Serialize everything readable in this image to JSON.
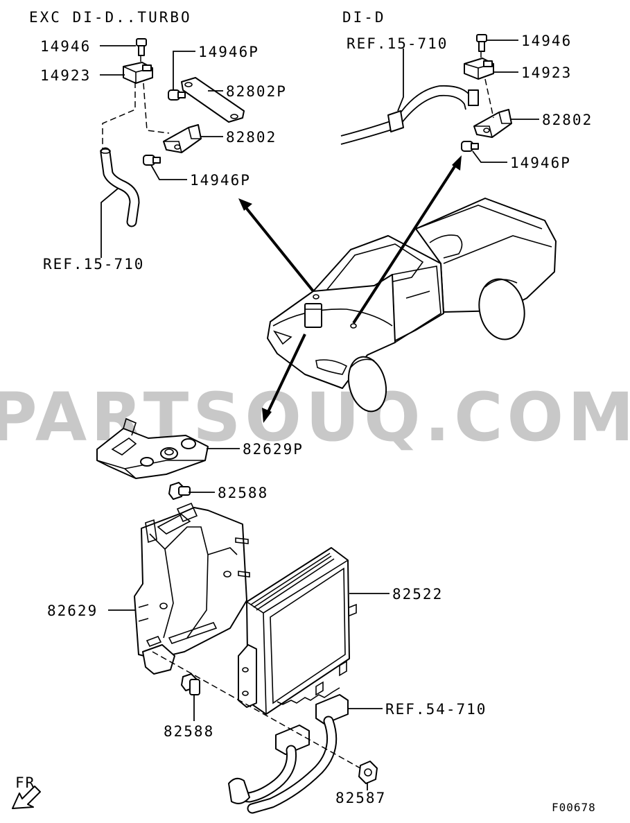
{
  "headers": {
    "left": "EXC DI-D..TURBO",
    "right": "DI-D"
  },
  "labels": {
    "l_14946": "14946",
    "l_14923": "14923",
    "l_14946P_top": "14946P",
    "l_82802P": "82802P",
    "l_82802": "82802",
    "l_14946P_mid": "14946P",
    "l_ref15710_left": "REF.15-710",
    "r_ref15710": "REF.15-710",
    "r_14946": "14946",
    "r_14923": "14923",
    "r_82802": "82802",
    "r_14946P": "14946P",
    "l_82629P": "82629P",
    "l_82588_top": "82588",
    "l_82522": "82522",
    "l_82629": "82629",
    "l_ref54710": "REF.54-710",
    "l_82588_bottom": "82588",
    "l_82587": "82587"
  },
  "fr_label": "FR",
  "figure_code": "F00678",
  "watermark": "PARTSOUQ.COM",
  "colors": {
    "line": "#000000",
    "watermark": "#c8c8c8",
    "background": "#ffffff"
  }
}
